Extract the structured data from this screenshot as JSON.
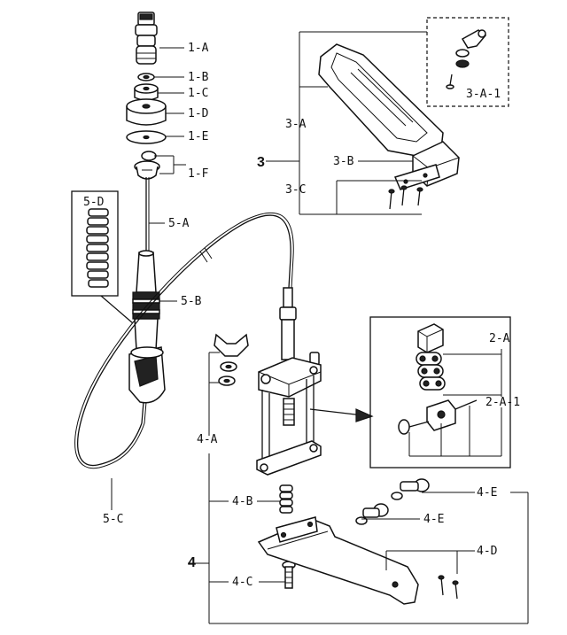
{
  "labels": {
    "1A": "1-A",
    "1B": "1-B",
    "1C": "1-C",
    "1D": "1-D",
    "1E": "1-E",
    "1F": "1-F",
    "5D": "5-D",
    "5A": "5-A",
    "5B": "5-B",
    "5C": "5-C",
    "3": "3",
    "3A": "3-A",
    "3B": "3-B",
    "3C": "3-C",
    "3A1": "3-A-1",
    "2A": "2-A",
    "2A1": "2-A-1",
    "4": "4",
    "4A": "4-A",
    "4B": "4-B",
    "4C": "4-C",
    "4D": "4-D",
    "4E_top": "4-E",
    "4E_bottom": "4-E"
  }
}
